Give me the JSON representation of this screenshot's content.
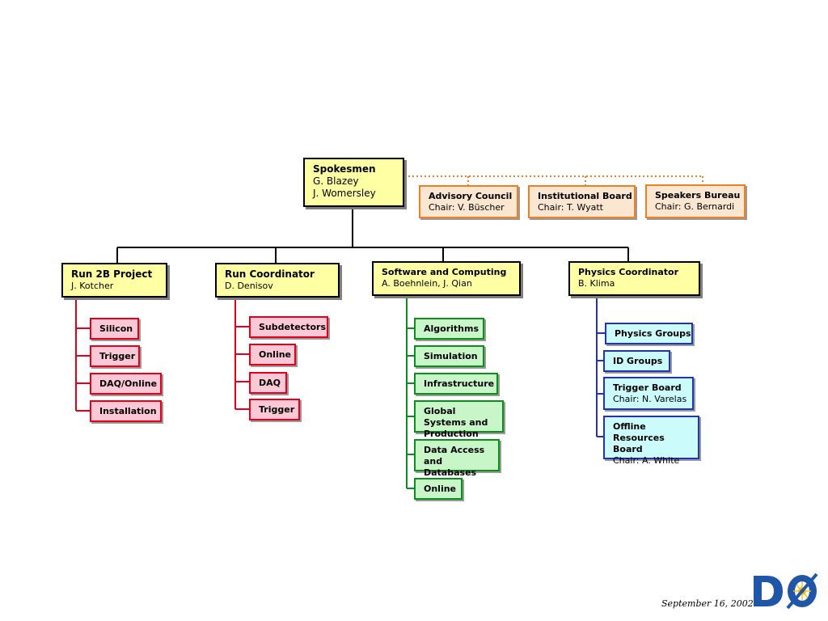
{
  "spokesmen": {
    "title": "Spokesmen",
    "lines": [
      "G. Blazey",
      "J. Womersley"
    ]
  },
  "advisory": [
    {
      "title": "Advisory Council",
      "sub": "Chair: V. Büscher"
    },
    {
      "title": "Institutional Board",
      "sub": "Chair: T. Wyatt"
    },
    {
      "title": "Speakers Bureau",
      "sub": "Chair: G. Bernardi"
    }
  ],
  "branches": [
    {
      "title": "Run 2B Project",
      "sub": "J. Kotcher",
      "items": [
        "Silicon",
        "Trigger",
        "DAQ/Online",
        "Installation"
      ]
    },
    {
      "title": "Run Coordinator",
      "sub": "D. Denisov",
      "items": [
        "Subdetectors",
        "Online",
        "DAQ",
        "Trigger"
      ]
    },
    {
      "title": "Software and Computing",
      "sub": "A. Boehnlein,  J. Qian",
      "items": [
        "Algorithms",
        "Simulation",
        "Infrastructure",
        "Global Systems and Production",
        "Data Access and Databases",
        "Online"
      ]
    },
    {
      "title": "Physics Coordinator",
      "sub": "B. Klima",
      "items": [
        {
          "title": "Physics Groups"
        },
        {
          "title": "ID Groups"
        },
        {
          "title": "Trigger Board",
          "sub": "Chair: N. Varelas"
        },
        {
          "title": "Offline Resources Board",
          "sub": "Chair: A. White"
        }
      ]
    }
  ],
  "footer": {
    "date": "September 16, 2002"
  },
  "colors": {
    "yellow": "#ffffa3",
    "orange": "#ef7f20",
    "red": "#e3001b",
    "green": "#0b8f1b",
    "blue": "#2233bb"
  },
  "logo": {
    "icon": "dzero-logo-icon"
  }
}
